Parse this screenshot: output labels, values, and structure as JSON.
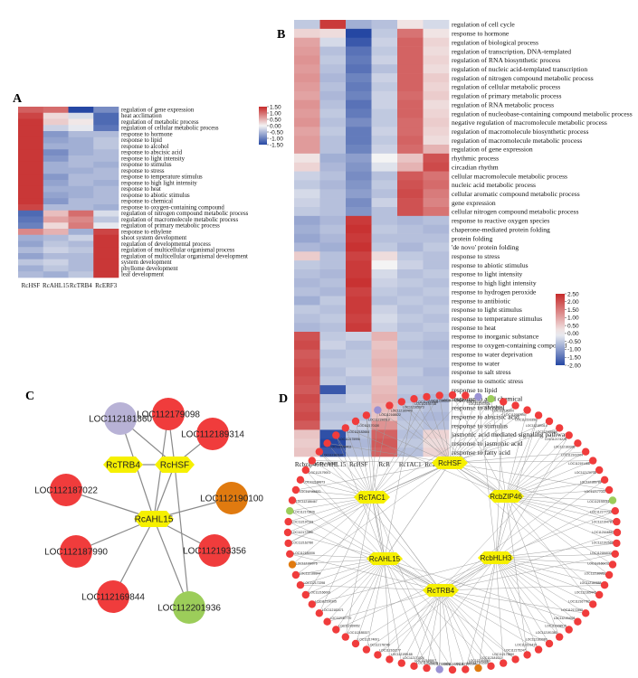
{
  "panels": {
    "a": "A",
    "b": "B",
    "c": "C",
    "d": "D"
  },
  "chart_data": [
    {
      "type": "heatmap",
      "panel": "A",
      "columns": [
        "RcHSF",
        "RcAHL15",
        "RcTRB4",
        "RcERF3"
      ],
      "rows": [
        "regulation of gene expression",
        "heat acclimation",
        "regulation of metabolic process",
        "regulation of cellular metabolic process",
        "response to hormone",
        "response to lipid",
        "response to alcohol",
        "response to abscisic acid",
        "response to light intensity",
        "response to stimulus",
        "response to stress",
        "response to temperature stimulus",
        "response to high light intensity",
        "response to heat",
        "response to abiotic stimulus",
        "response to chemical",
        "response to oxygen-containing compound",
        "regulation of nitrogen compound metabolic process",
        "regulation of macromolecule metabolic process",
        "regulation of primary metabolic process",
        "response to ethylene",
        "shoot system development",
        "regulation of developmental process",
        "regulation of multicellular organismal process",
        "regulation of multicellular organismal development",
        "system development",
        "phyllome development",
        "leaf development"
      ],
      "values": [
        [
          1.1,
          1.0,
          -1.5,
          -0.9
        ],
        [
          1.3,
          0.2,
          -0.2,
          -1.2
        ],
        [
          1.4,
          0.3,
          0.1,
          -1.2
        ],
        [
          1.4,
          -0.3,
          -0.1,
          -1.1
        ],
        [
          1.4,
          -0.8,
          -0.5,
          -0.5
        ],
        [
          1.4,
          -0.7,
          -0.6,
          -0.4
        ],
        [
          1.4,
          -0.6,
          -0.6,
          -0.4
        ],
        [
          1.4,
          -0.9,
          -0.6,
          -0.5
        ],
        [
          1.4,
          -0.8,
          -0.5,
          -0.5
        ],
        [
          1.4,
          -0.6,
          -0.5,
          -0.6
        ],
        [
          1.4,
          -0.6,
          -0.6,
          -0.5
        ],
        [
          1.4,
          -0.8,
          -0.5,
          -0.5
        ],
        [
          1.4,
          -0.7,
          -0.5,
          -0.6
        ],
        [
          1.4,
          -0.6,
          -0.6,
          -0.5
        ],
        [
          1.4,
          -0.7,
          -0.6,
          -0.5
        ],
        [
          1.4,
          -0.8,
          -0.5,
          -0.5
        ],
        [
          1.3,
          -0.5,
          -0.5,
          -0.6
        ],
        [
          -1.2,
          0.4,
          1.0,
          -0.2
        ],
        [
          -1.1,
          0.6,
          0.8,
          -0.4
        ],
        [
          -1.0,
          0.2,
          0.9,
          -0.1
        ],
        [
          0.8,
          0.5,
          -0.6,
          1.3
        ],
        [
          -0.6,
          -0.5,
          -0.3,
          1.4
        ],
        [
          -0.7,
          -0.4,
          -0.5,
          1.4
        ],
        [
          -0.5,
          -0.3,
          -0.4,
          1.4
        ],
        [
          -0.7,
          -0.5,
          -0.5,
          1.4
        ],
        [
          -0.4,
          -0.3,
          -0.5,
          1.4
        ],
        [
          -0.6,
          -0.4,
          -0.5,
          1.4
        ],
        [
          -0.5,
          -0.6,
          -0.4,
          1.4
        ]
      ],
      "scale": {
        "min": -1.5,
        "max": 1.5,
        "ticks": [
          "1.50",
          "1.00",
          "0.50",
          "0.00",
          "-0.50",
          "-1.00",
          "-1.50"
        ]
      },
      "colors": {
        "low": "#2547a3",
        "mid": "#f4f4f4",
        "high": "#c62a2a"
      }
    },
    {
      "type": "heatmap",
      "panel": "B",
      "columns": [
        "Rcbzip46",
        "RcAHL15",
        "RcHSF",
        "RcR",
        "RcTAC1",
        "RcTRB4"
      ],
      "rows": [
        "regulation of cell cycle",
        "response to hormone",
        "regulation of biological process",
        "regulation of transcription, DNA-templated",
        "regulation of RNA biosynthetic process",
        "regulation of nucleic acid-templated transcription",
        "regulation of nitrogen compound metabolic process",
        "regulation of cellular metabolic process",
        "regulation of primary metabolic process",
        "regulation of RNA metabolic process",
        "regulation of nucleobase-containing compound metabolic process",
        "negative regulation of macromolecule metabolic process",
        "regulation of macromolecule biosynthetic process",
        "regulation of macromolecule metabolic process",
        "regulation of gene expression",
        "rhythmic process",
        "circadian rhythm",
        "cellular macromolecule metabolic process",
        "nucleic acid metabolic process",
        "cellular aromatic compound metabolic process",
        "gene expression",
        "cellular nitrogen compound metabolic process",
        "response to reactive oxygen species",
        "chaperone-mediated protein folding",
        "protein folding",
        "'de novo' protein folding",
        "response to stress",
        "response to abiotic stimulus",
        "response to light intensity",
        "response to high light intensity",
        "response to hydrogen peroxide",
        "response to antibiotic",
        "response to light stimulus",
        "response to temperature stimulus",
        "response to heat",
        "response to inorganic substance",
        "response to oxygen-containing compound",
        "response to water deprivation",
        "response to water",
        "response to salt stress",
        "response to osmotic stress",
        "response to lipid",
        "response to acid chemical",
        "response to alcohol",
        "response to abscisic acid",
        "response to stimulus",
        "jasmonic acid mediated signaling pathway",
        "response to jasmonic acid",
        "response to fatty acid"
      ],
      "values": [
        [
          -0.5,
          2.3,
          -0.8,
          -0.6,
          0.2,
          -0.3
        ],
        [
          0.4,
          0.3,
          -2.0,
          -0.5,
          1.6,
          0.2
        ],
        [
          1.0,
          -0.3,
          -1.8,
          -0.4,
          1.8,
          0.4
        ],
        [
          1.1,
          -0.6,
          -1.5,
          -0.5,
          1.8,
          0.3
        ],
        [
          1.2,
          -0.5,
          -1.4,
          -0.4,
          1.8,
          0.4
        ],
        [
          1.1,
          -0.6,
          -1.5,
          -0.6,
          1.8,
          0.3
        ],
        [
          1.2,
          -0.7,
          -1.3,
          -0.4,
          1.8,
          0.5
        ],
        [
          1.1,
          -0.6,
          -1.4,
          -0.5,
          1.8,
          0.4
        ],
        [
          1.0,
          -0.7,
          -1.3,
          -0.4,
          1.7,
          0.5
        ],
        [
          1.2,
          -0.6,
          -1.5,
          -0.4,
          1.8,
          0.3
        ],
        [
          1.1,
          -0.5,
          -1.4,
          -0.5,
          1.8,
          0.4
        ],
        [
          1.2,
          -0.6,
          -1.2,
          -0.5,
          1.7,
          0.5
        ],
        [
          1.0,
          -0.5,
          -1.4,
          -0.4,
          1.7,
          0.4
        ],
        [
          1.1,
          -0.6,
          -1.4,
          -0.5,
          1.8,
          0.3
        ],
        [
          1.1,
          -0.6,
          -1.3,
          -0.4,
          1.7,
          0.8
        ],
        [
          0.2,
          -0.8,
          -1.0,
          0.0,
          0.6,
          2.0
        ],
        [
          0.4,
          -0.7,
          -1.1,
          -0.2,
          0.8,
          2.1
        ],
        [
          -0.4,
          -0.6,
          -1.2,
          -0.6,
          1.9,
          1.6
        ],
        [
          -0.5,
          -0.7,
          -1.1,
          -0.5,
          2.0,
          1.7
        ],
        [
          -0.3,
          -0.6,
          -1.0,
          -0.6,
          2.1,
          1.5
        ],
        [
          -0.4,
          -0.6,
          -1.2,
          -0.4,
          2.0,
          1.4
        ],
        [
          -0.5,
          -0.6,
          -1.1,
          -0.6,
          2.0,
          1.6
        ],
        [
          -0.9,
          -0.7,
          2.3,
          -0.6,
          -0.7,
          -0.6
        ],
        [
          -0.8,
          -0.6,
          2.4,
          -0.5,
          -0.6,
          -0.7
        ],
        [
          -0.9,
          -0.7,
          2.3,
          -0.6,
          -0.6,
          -0.6
        ],
        [
          -0.7,
          -0.8,
          2.4,
          -0.5,
          -0.7,
          -0.5
        ],
        [
          0.5,
          -0.6,
          2.2,
          0.3,
          -0.5,
          -0.6
        ],
        [
          -0.5,
          -0.6,
          2.3,
          0.0,
          -0.4,
          -0.6
        ],
        [
          -0.6,
          -0.7,
          2.3,
          -0.3,
          -0.6,
          -0.5
        ],
        [
          -0.7,
          -0.6,
          2.4,
          -0.4,
          -0.5,
          -0.6
        ],
        [
          -0.6,
          -0.7,
          2.2,
          -0.5,
          -0.6,
          -0.5
        ],
        [
          -0.8,
          -0.5,
          2.3,
          -0.6,
          -0.5,
          -0.6
        ],
        [
          -0.5,
          -0.6,
          2.3,
          -0.4,
          -0.6,
          -0.5
        ],
        [
          -0.6,
          -0.5,
          2.2,
          -0.3,
          -0.5,
          -0.6
        ],
        [
          -0.7,
          -0.6,
          2.3,
          -0.4,
          -0.6,
          -0.5
        ],
        [
          2.0,
          -0.5,
          -0.4,
          0.8,
          -0.5,
          -0.6
        ],
        [
          2.1,
          -0.4,
          -0.6,
          0.6,
          -0.6,
          -0.7
        ],
        [
          1.9,
          -0.6,
          -0.5,
          0.7,
          -0.5,
          -0.6
        ],
        [
          2.0,
          -0.5,
          -0.5,
          0.8,
          -0.6,
          -0.6
        ],
        [
          2.1,
          -0.6,
          -0.4,
          0.7,
          -0.5,
          -0.7
        ],
        [
          2.0,
          -0.5,
          -0.6,
          0.6,
          -0.6,
          -0.6
        ],
        [
          1.9,
          -1.8,
          -0.5,
          0.7,
          -0.5,
          -0.6
        ],
        [
          2.1,
          -0.6,
          -0.4,
          0.8,
          -0.6,
          -0.7
        ],
        [
          2.0,
          -0.5,
          -0.5,
          0.7,
          -0.5,
          -0.6
        ],
        [
          2.1,
          -0.6,
          -0.6,
          0.6,
          -0.6,
          -0.7
        ],
        [
          1.9,
          -0.5,
          -0.4,
          1.2,
          -0.5,
          -0.6
        ],
        [
          0.6,
          -1.9,
          -0.6,
          1.8,
          -0.6,
          0.4
        ],
        [
          0.5,
          -2.0,
          -0.7,
          1.9,
          -0.5,
          0.3
        ],
        [
          0.6,
          -1.8,
          -0.6,
          1.8,
          -0.6,
          0.4
        ]
      ],
      "scale": {
        "min": -2.0,
        "max": 2.5,
        "ticks": [
          "2.50",
          "2.00",
          "1.50",
          "1.00",
          "0.50",
          "0.00",
          "-0.50",
          "-1.00",
          "-1.50",
          "-2.00"
        ]
      },
      "colors": {
        "low": "#2547a3",
        "mid": "#f4f4f4",
        "high": "#c62a2a"
      }
    },
    {
      "type": "network",
      "panel": "C",
      "hubs": [
        "RcTRB4",
        "RcHSF",
        "RcAHL15"
      ],
      "nodes": [
        {
          "id": "LOC112181860",
          "color": "#b8b2d6",
          "hub": "RcHSF"
        },
        {
          "id": "LOC112179098",
          "color": "#f03c3c",
          "hub": "RcHSF"
        },
        {
          "id": "LOC112189314",
          "color": "#f03c3c",
          "hub": "RcHSF"
        },
        {
          "id": "LOC112187022",
          "color": "#f03c3c",
          "hub": "RcAHL15"
        },
        {
          "id": "LOC112190100",
          "color": "#e07a0f",
          "hub": "RcAHL15"
        },
        {
          "id": "LOC112187990",
          "color": "#f03c3c",
          "hub": "RcAHL15"
        },
        {
          "id": "LOC112193356",
          "color": "#f03c3c",
          "hub": "RcAHL15"
        },
        {
          "id": "LOC112169844",
          "color": "#f03c3c",
          "hub": "RcAHL15"
        },
        {
          "id": "LOC112201936",
          "color": "#9ccd5a",
          "hub": "RcAHL15"
        }
      ],
      "hub_edges": [
        [
          "RcTRB4",
          "RcHSF"
        ],
        [
          "RcHSF",
          "RcAHL15"
        ]
      ],
      "extra_edges": [
        [
          "LOC112181860",
          "RcAHL15"
        ],
        [
          "LOC112179098",
          "RcAHL15"
        ],
        [
          "LOC112201936",
          "RcHSF"
        ]
      ],
      "hub_color": "#f6f000",
      "edge_color": "#8a8a8a"
    },
    {
      "type": "network",
      "panel": "D",
      "hubs": [
        "RcHSF",
        "RcTAC1",
        "RcbZIP46",
        "RcAHL15",
        "RcbHLH3",
        "RcTRB4"
      ],
      "hub_color": "#f6f000",
      "edge_color": "#9a9a9a",
      "node_colors": {
        "red": "#f03c3c",
        "green": "#9ccd5a",
        "purple": "#9a92d4",
        "orange": "#e07a0f"
      },
      "nodes": [
        "LOC112179098",
        "LOC112169844",
        "LOC112181860",
        "LOC112201936",
        "LOC112187022",
        "LOC112190100",
        "LOC112187990",
        "LOC112193356",
        "LOC112189314",
        "LOC112166880",
        "LOC112174226",
        "LOC112183336",
        "LOC112162204",
        "LOC112191488",
        "LOC112170736",
        "LOC112186789",
        "LOC112177022",
        "LOC112192034",
        "LOC112177733",
        "LOC112194780",
        "LOC112164880",
        "LOC112192568",
        "LOC112184033",
        "LOC112166470",
        "LOC112189950",
        "LOC112180888",
        "LOC112165446",
        "LOC112167782",
        "LOC112172455",
        "LOC112194028",
        "LOC112168515",
        "LOC112191380",
        "LOC112183080",
        "LOC112191415",
        "LOC112175247",
        "LOC112173550",
        "LOC112181022",
        "LOC112184060",
        "LOC112193560",
        "LOC112160236",
        "LOC112175118",
        "LOC112176688",
        "LOC112189220",
        "LOC112165507",
        "LOC112171024",
        "LOC112199188",
        "LOC112162277",
        "LOC112178740",
        "LOC112174001",
        "LOC112185337",
        "LOC112169952",
        "LOC112167770",
        "LOC112183471",
        "LOC112190305",
        "LOC112166003",
        "LOC112172298",
        "LOC112188844",
        "LOC112190076",
        "LOC112180006",
        "LOC112162780",
        "LOC112177390",
        "LOC112197133",
        "LOC112173826",
        "LOC112186467",
        "LOC112166870",
        "LOC112184873",
        "LOC112179001",
        "LOC112198550",
        "LOC112163107",
        "LOC112194402",
        "LOC112175996",
        "LOC112182664",
        "LOC112170130",
        "LOC112196519",
        "LOC112168822",
        "LOC112189440",
        "LOC112165673",
        "LOC112193718",
        "LOC112171906",
        "LOC112186235"
      ]
    }
  ]
}
